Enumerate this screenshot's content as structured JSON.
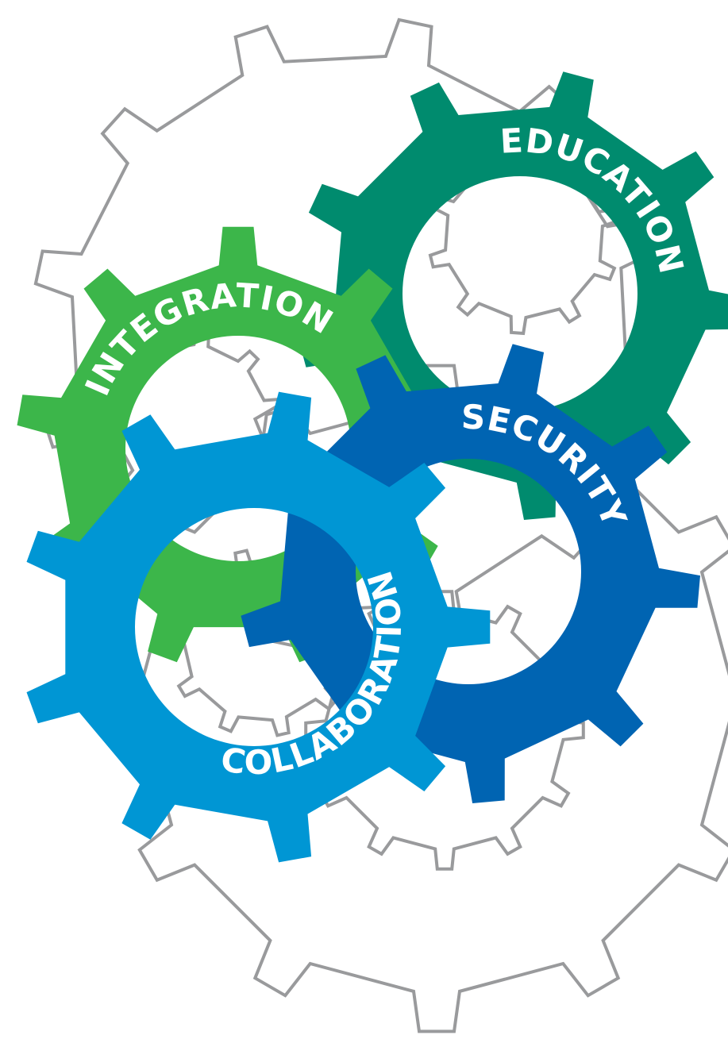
{
  "diagram": {
    "labels": {
      "education": "EDUCATION",
      "integration": "INTEGRATION",
      "security": "SECURITY",
      "collaboration": "COLLABORATION"
    },
    "colors": {
      "outline": "#999a9c",
      "education": "#008b6e",
      "integration": "#3cb64a",
      "security": "#0064b2",
      "collaboration": "#0096d4",
      "label": "#ffffff"
    }
  }
}
